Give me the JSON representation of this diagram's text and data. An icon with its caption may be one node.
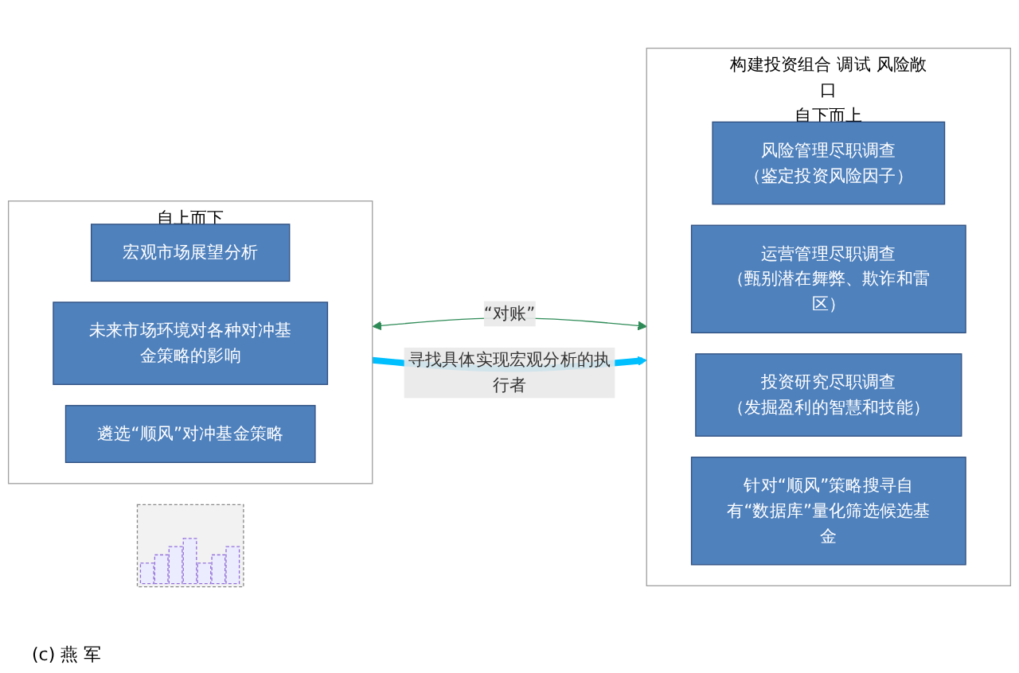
{
  "diagram": {
    "nodes": [
      {
        "text": [
          "自上而下"
        ]
      },
      {
        "text": [
          "宏观市场展望分析"
        ],
        "in": 0
      },
      {
        "text": [
          "未来市场环境对各种对冲基金策略的影响"
        ],
        "in": 0
      },
      {
        "text": [
          "遴选“顺风”对冲基金策略"
        ],
        "in": 0
      },
      {
        "text": [
          "构建投资组合 调试 风险敞口",
          "自下而上"
        ]
      },
      {
        "text": [
          "风险管理尽职调查",
          "（鉴定投资风险因子）"
        ],
        "in": 4
      },
      {
        "text": [
          "运营管理尽职调查",
          "（甄别潜在舞弊、欺诈和雷区）"
        ],
        "in": 4
      },
      {
        "text": [
          "投资研究尽职调查",
          "（发掘盈利的智慧和技能）"
        ],
        "in": 4
      },
      {
        "text": [
          "针对“顺风”策略搜寻自有“数据库”量化筛选候选基金"
        ],
        "in": 4
      },
      {
        "text": [],
        "shape": "picture"
      }
    ],
    "edges": [
      {
        "from": 0,
        "to": 4,
        "arrow": "both",
        "label": "“对账”",
        "color": "#2e8b57"
      },
      {
        "from": 0,
        "to": 4,
        "arrow": "to",
        "label": "寻找具体实现宏观分析的执行者",
        "style": "thick",
        "color": "#00bfff"
      }
    ],
    "labels": [
      "(c) 燕 军"
    ]
  }
}
